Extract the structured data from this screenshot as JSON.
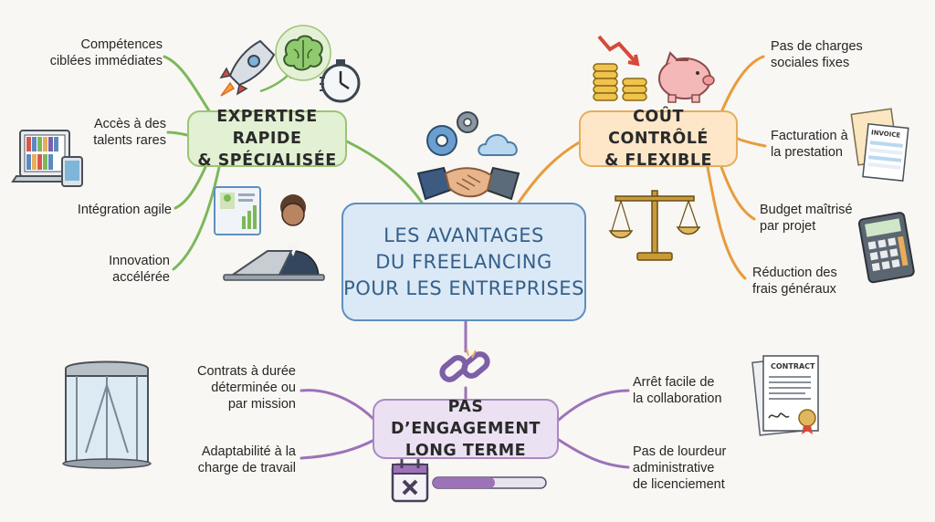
{
  "central": {
    "lines": [
      "LES AVANTAGES",
      "DU FREELANCING",
      "POUR LES ENTREPRISES"
    ]
  },
  "branches": {
    "expertise": {
      "title_lines": [
        "EXPERTISE RAPIDE",
        "& SPÉCIALISÉE"
      ],
      "color": "#7cb85a",
      "items": [
        {
          "lines": [
            "Compétences",
            "ciblées immédiates"
          ]
        },
        {
          "lines": [
            "Accès à des",
            "talents rares"
          ]
        },
        {
          "lines": [
            "Intégration agile"
          ]
        },
        {
          "lines": [
            "Innovation",
            "accélérée"
          ]
        }
      ]
    },
    "cout": {
      "title_lines": [
        "COÛT CONTRÔLÉ",
        "& FLEXIBLE"
      ],
      "color": "#e89b3c",
      "items": [
        {
          "lines": [
            "Pas de charges",
            "sociales fixes"
          ]
        },
        {
          "lines": [
            "Facturation à",
            "la prestation"
          ]
        },
        {
          "lines": [
            "Budget maîtrisé",
            "par projet"
          ]
        },
        {
          "lines": [
            "Réduction des",
            "frais généraux"
          ]
        }
      ]
    },
    "engagement": {
      "title_lines": [
        "PAS D’ENGAGEMENT",
        "LONG TERME"
      ],
      "color": "#9c72b8",
      "items": [
        {
          "lines": [
            "Contrats à durée",
            "déterminée ou",
            "par mission"
          ]
        },
        {
          "lines": [
            "Adaptabilité à la",
            "charge de travail"
          ]
        },
        {
          "lines": [
            "Arrêt facile de",
            "la collaboration"
          ]
        },
        {
          "lines": [
            "Pas de lourdeur",
            "administrative",
            "de licenciement"
          ]
        }
      ]
    }
  },
  "illustrations": {
    "rocket": "rocket-icon",
    "brain": "brain-icon",
    "stopwatch": "stopwatch-icon",
    "laptop_books": "laptop-library-icon",
    "tablet": "tablet-icon",
    "woman_laptop": "woman-at-laptop-icon",
    "gears": "gears-icon",
    "cloud": "cloud-icon",
    "handshake": "handshake-icon",
    "coins": "coins-icon",
    "piggy": "piggy-bank-icon",
    "invoice": "invoice-icon",
    "scales": "balance-scale-icon",
    "calculator": "calculator-icon",
    "revolving_door": "revolving-door-icon",
    "broken_chain": "broken-chain-icon",
    "calendar_x": "calendar-cancel-icon",
    "contract": "contract-icon",
    "invoice_label": "INVOICE",
    "contract_label": "CONTRACT"
  }
}
